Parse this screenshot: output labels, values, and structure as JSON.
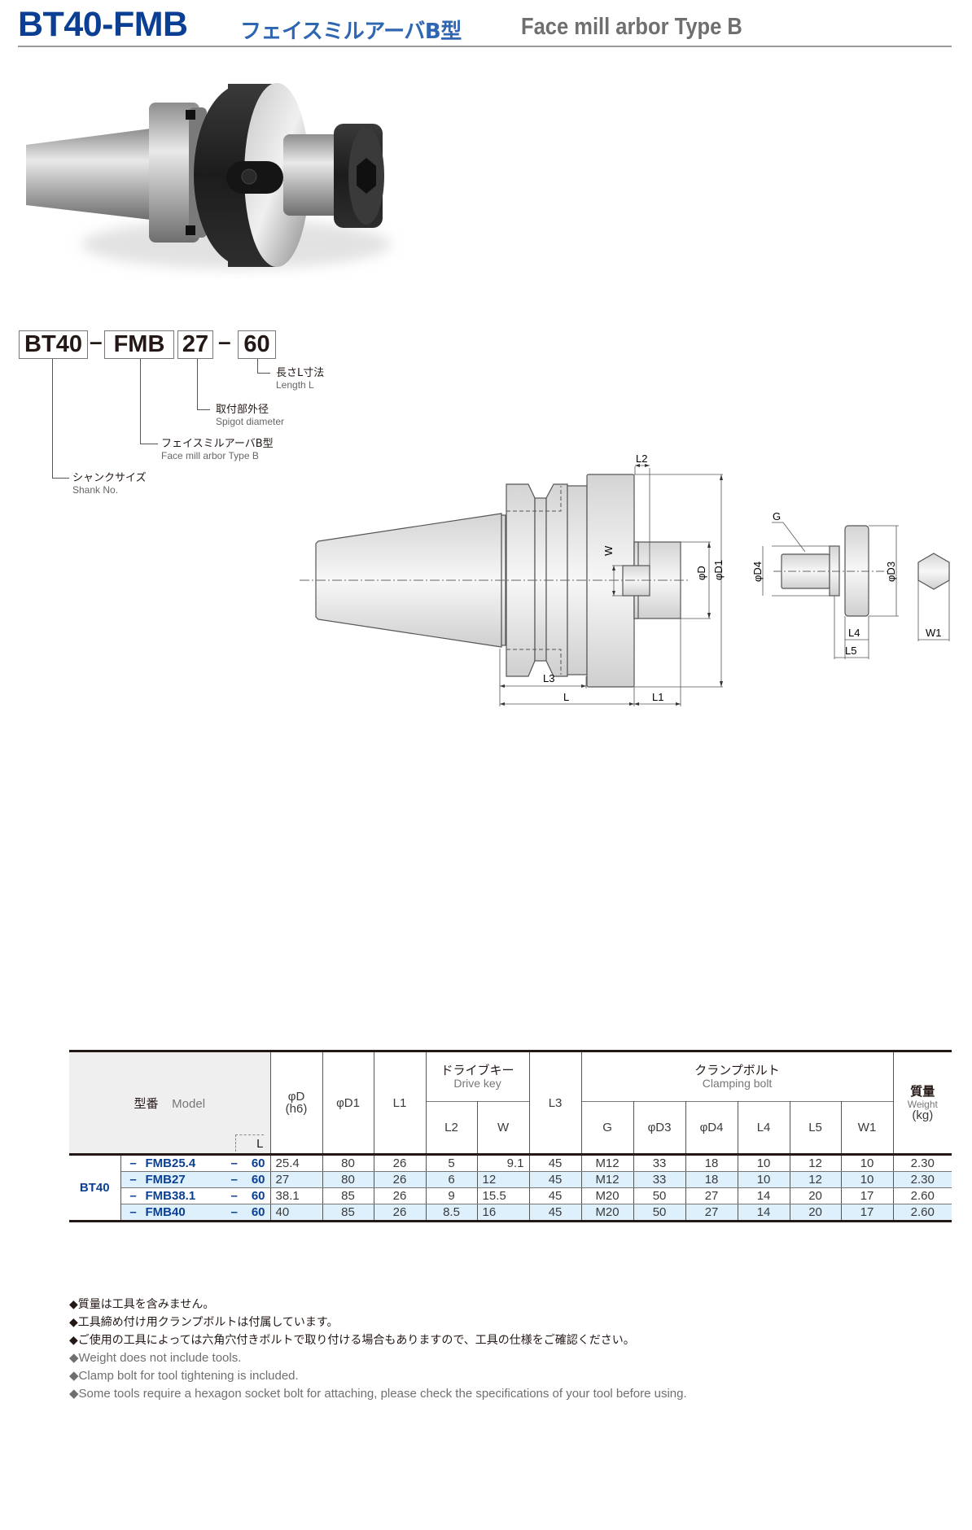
{
  "header": {
    "title": "BT40-FMB",
    "subtitle_jp": "フェイスミルアーバB型",
    "subtitle_en": "Face mill arbor Type B",
    "title_color": "#0b3f93",
    "subtitle_jp_color": "#2f66b2",
    "subtitle_en_color": "#6f6f6f"
  },
  "product_photo": {
    "alt": "BT40-FMB face mill arbor photo"
  },
  "model_code": {
    "parts": [
      "BT40",
      "FMB",
      "27",
      "60"
    ],
    "separators": [
      "–",
      "–"
    ],
    "legend": [
      {
        "jp": "長さL寸法",
        "en": "Length L"
      },
      {
        "jp": "取付部外径",
        "en": "Spigot diameter"
      },
      {
        "jp": "フェイスミルアーバB型",
        "en": "Face mill arbor Type B"
      },
      {
        "jp": "シャンクサイズ",
        "en": "Shank No."
      }
    ]
  },
  "drawing": {
    "labels": {
      "L2": "L2",
      "W": "W",
      "phiD": "φD",
      "phiD1": "φD1",
      "L3": "L3",
      "L": "L",
      "L1": "L1",
      "G": "G",
      "phiD4": "φD4",
      "phiD3": "φD3",
      "L4": "L4",
      "L5": "L5",
      "W1": "W1"
    }
  },
  "table": {
    "headers": {
      "model_jp": "型番",
      "model_en": "Model",
      "L_marker": "L",
      "phiD": "φD",
      "phiD_sub": "(h6)",
      "phiD1": "φD1",
      "L1": "L1",
      "drive_key_jp": "ドライブキー",
      "drive_key_en": "Drive key",
      "L2": "L2",
      "W": "W",
      "L3": "L3",
      "clamp_jp": "クランプボルト",
      "clamp_en": "Clamping bolt",
      "G": "G",
      "phiD3": "φD3",
      "phiD4": "φD4",
      "L4": "L4",
      "L5": "L5",
      "W1": "W1",
      "weight_jp": "質量",
      "weight_en": "Weight",
      "weight_unit": "(kg)"
    },
    "series": "BT40",
    "rows": [
      {
        "dash1": "–",
        "model": "FMB25.4",
        "dash2": "–",
        "L": "60",
        "phiD": "25.4",
        "phiD1": "80",
        "L1": "26",
        "L2": "5",
        "W": "9.1",
        "L3": "45",
        "G": "M12",
        "phiD3": "33",
        "phiD4": "18",
        "L4": "10",
        "L5": "12",
        "W1": "10",
        "weight": "2.30"
      },
      {
        "dash1": "–",
        "model": "FMB27",
        "dash2": "–",
        "L": "60",
        "phiD": "27",
        "phiD1": "80",
        "L1": "26",
        "L2": "6",
        "W": "12",
        "L3": "45",
        "G": "M12",
        "phiD3": "33",
        "phiD4": "18",
        "L4": "10",
        "L5": "12",
        "W1": "10",
        "weight": "2.30"
      },
      {
        "dash1": "–",
        "model": "FMB38.1",
        "dash2": "–",
        "L": "60",
        "phiD": "38.1",
        "phiD1": "85",
        "L1": "26",
        "L2": "9",
        "W": "15.5",
        "L3": "45",
        "G": "M20",
        "phiD3": "50",
        "phiD4": "27",
        "L4": "14",
        "L5": "20",
        "W1": "17",
        "weight": "2.60"
      },
      {
        "dash1": "–",
        "model": "FMB40",
        "dash2": "–",
        "L": "60",
        "phiD": "40",
        "phiD1": "85",
        "L1": "26",
        "L2": "8.5",
        "W": "16",
        "L3": "45",
        "G": "M20",
        "phiD3": "50",
        "phiD4": "27",
        "L4": "14",
        "L5": "20",
        "W1": "17",
        "weight": "2.60"
      }
    ],
    "alt_row_color": "#def0fc"
  },
  "notes": {
    "jp": [
      "◆質量は工具を含みません。",
      "◆工具締め付け用クランプボルトは付属しています。",
      "◆ご使用の工具によっては六角穴付きボルトで取り付ける場合もありますので、工具の仕様をご確認ください。"
    ],
    "en": [
      "◆Weight does not include tools.",
      "◆Clamp bolt for tool tightening is included.",
      "◆Some tools require a hexagon socket bolt for attaching, please check the specifications of your tool before using."
    ]
  }
}
